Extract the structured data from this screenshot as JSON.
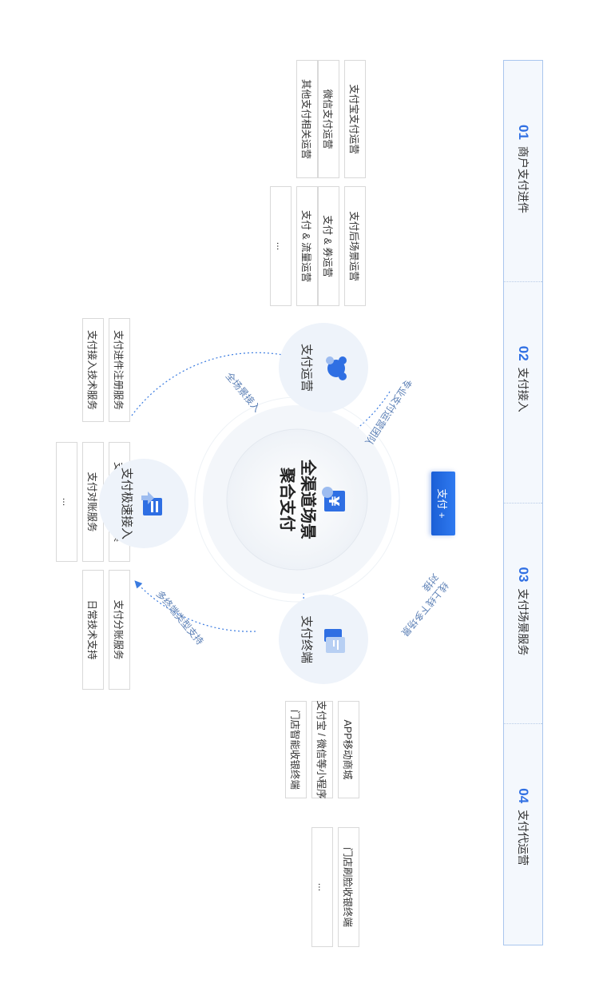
{
  "band": [
    {
      "num": "01",
      "label": "商户支付进件"
    },
    {
      "num": "02",
      "label": "支付接入"
    },
    {
      "num": "03",
      "label": "支付场景服务"
    },
    {
      "num": "04",
      "label": "支付代运营"
    }
  ],
  "ops_boxes": [
    "支付宝支付运营",
    "支付后场景运营",
    "微信支付运营",
    "支付 & 券运营",
    "其他支付相关运营",
    "支付 & 流量运营",
    "..."
  ],
  "access_boxes": [
    "支付进件注册服务",
    "支付上线服务方案",
    "支付分账服务",
    "支付接入技术服务",
    "支付对账服务",
    "日常技术支持",
    "..."
  ],
  "terminal_boxes": [
    "APP移动商城",
    "门店刷脸收银终端",
    "支付宝 / 微信等小程序",
    "门店智能收银终端",
    "..."
  ],
  "nodes": {
    "ops": "支付运营",
    "access": "支付极速接入",
    "terminal": "支付终端"
  },
  "center": {
    "line1": "全渠道场景",
    "line2": "聚合支付"
  },
  "arcs": {
    "team": "专业支付运营团队",
    "fast": "全场景接入",
    "multi": "多终端类型支持",
    "online": "线上线下多场景对接"
  },
  "badge": "支付 +",
  "colors": {
    "accent": "#2f6fe3",
    "band_border": "#a9c6ee",
    "node_bg": "#eef3fa",
    "arrow": "#3a7be0"
  },
  "icons": [
    "operations-icon",
    "fast-access-icon",
    "terminal-icon",
    "payment-center-icon"
  ]
}
